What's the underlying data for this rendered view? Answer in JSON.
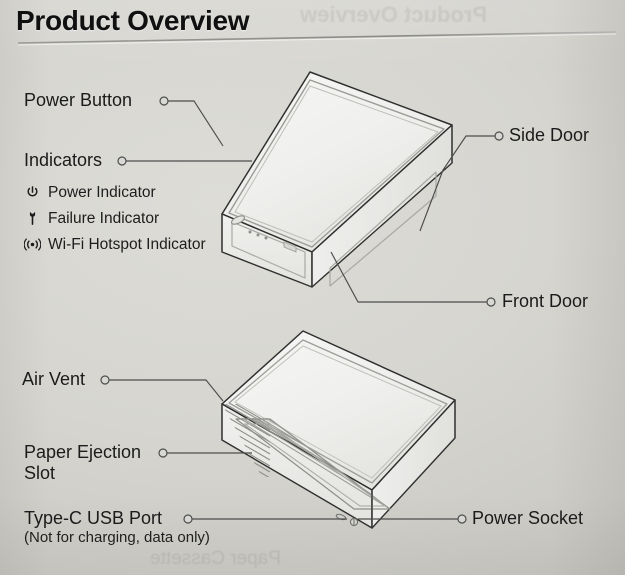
{
  "header": {
    "title": "Product Overview"
  },
  "ghost_text": {
    "top": "Product Overview",
    "bottom": "Paper Cassette"
  },
  "colors": {
    "background": "#d6d5d0",
    "ink": "#1d1d1d",
    "line": "#4a4a4a",
    "device_outline": "#3b3b3b",
    "device_fill": "#ececea",
    "device_fill_top": "#f2f2f0",
    "rule": "#8e8e8a"
  },
  "callouts": {
    "power_button": {
      "label": "Power Button"
    },
    "indicators": {
      "label": "Indicators"
    },
    "side_door": {
      "label": "Side Door"
    },
    "front_door": {
      "label": "Front Door"
    },
    "air_vent": {
      "label": "Air Vent"
    },
    "paper_ejection_slot": {
      "label": "Paper Ejection\nSlot",
      "line1": "Paper Ejection",
      "line2": "Slot"
    },
    "type_c_usb_port": {
      "label": "Type-C USB Port",
      "note": "(Not for charging, data only)"
    },
    "power_socket": {
      "label": "Power Socket"
    }
  },
  "indicator_legend": [
    {
      "icon": "power-icon",
      "label": "Power Indicator"
    },
    {
      "icon": "wrench-icon",
      "label": "Failure Indicator"
    },
    {
      "icon": "wifi-hotspot-icon",
      "label": "Wi-Fi Hotspot Indicator"
    }
  ],
  "figures": [
    {
      "name": "printer-top-view",
      "caption_parts": [
        "Power Button",
        "Indicators",
        "Side Door",
        "Front Door"
      ]
    },
    {
      "name": "printer-rear-view",
      "caption_parts": [
        "Air Vent",
        "Paper Ejection Slot",
        "Type-C USB Port",
        "Power Socket"
      ]
    }
  ]
}
